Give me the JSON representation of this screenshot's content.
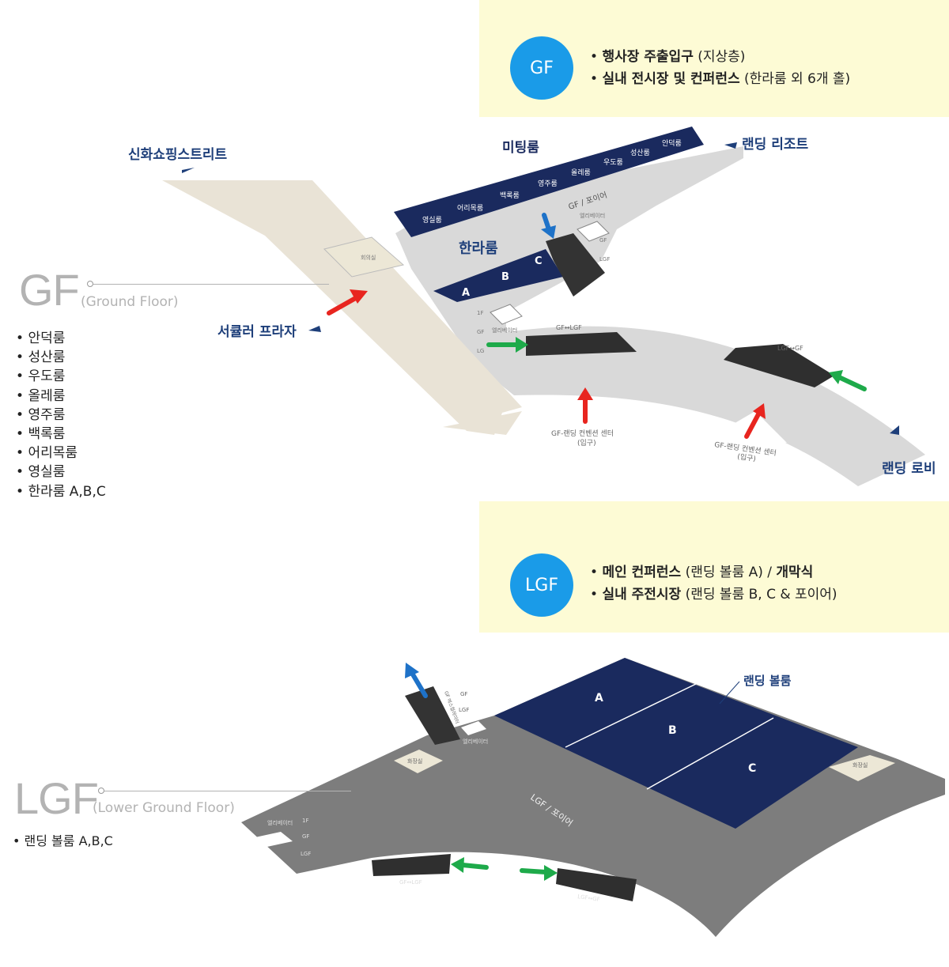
{
  "gf_panel": {
    "badge": "GF",
    "items": [
      {
        "bold": "행사장 주출입구",
        "rest": " (지상층)"
      },
      {
        "bold": "실내 전시장 및 컨퍼런스",
        "rest": " (한라룸 외 6개 홀)"
      }
    ]
  },
  "lgf_panel": {
    "badge": "LGF",
    "items": [
      {
        "bold": "메인 컨퍼런스",
        "rest": " (랜딩 볼룸 A) / ",
        "bold2": "개막식"
      },
      {
        "bold": "실내 주전시장",
        "rest": " (랜딩 볼룸 B, C & 포이어)",
        "bold2": ""
      }
    ]
  },
  "gf_map": {
    "floor_code": "GF",
    "floor_name": "(Ground Floor)",
    "rooms": [
      "안덕룸",
      "성산룸",
      "우도룸",
      "올레룸",
      "영주룸",
      "백록룸",
      "어리목룸",
      "영실룸",
      "한라룸 A,B,C"
    ],
    "labels": {
      "shinhwa": "신화쇼핑스트리트",
      "meeting_room": "미팅룸",
      "landing_resort": "랜딩 리조트",
      "hallaroom": "한라룸",
      "seoquiler": "서큘러 프라자",
      "landing_lobby": "랜딩 로비",
      "foyer": "GF / 포이어",
      "conv_entrance_1": "GF-랜딩 컨벤션 센터",
      "conv_entrance_1b": "(입구)",
      "conv_entrance_2": "GF-랜딩 컨벤션 센터",
      "conv_entrance_2b": "(입구)",
      "esc_1": "GF↔LGF",
      "esc_2": "LGF↔GF",
      "meeting_hall": "회의실",
      "elevator_1": "엘리베이터",
      "elevator_2": "엘리베이터",
      "lift_1": "1F",
      "lift_2": "GF",
      "lift_3": "LG",
      "lift_b1": "GF",
      "lift_b2": "LGF"
    },
    "meeting_rooms": [
      "안덕룸",
      "성산룸",
      "우도룸",
      "올레룸",
      "영주룸",
      "백록룸",
      "어리목룸",
      "영실룸"
    ],
    "halla_parts": [
      "A",
      "B",
      "C"
    ]
  },
  "lgf_map": {
    "floor_code": "LGF",
    "floor_name": "(Lower Ground Floor)",
    "rooms": [
      "랜딩 볼룸 A,B,C"
    ],
    "labels": {
      "ballroom": "랜딩 볼룸",
      "foyer": "LGF / 포이어",
      "esc_1": "GF↔LGF",
      "esc_2": "LGF↔GF",
      "restroom_1": "화장실",
      "restroom_2": "화장실",
      "elevator": "엘리베이터",
      "elevator_2": "엘리베이터",
      "lift_1": "1F",
      "lift_2": "GF",
      "lift_3": "LGF",
      "lift_b1": "GF",
      "lift_b2": "LGF",
      "esc_up": "GF 에스컬레이터"
    },
    "ballroom_parts": [
      "A",
      "B",
      "C"
    ]
  },
  "colors": {
    "navy": "#1a2a5e",
    "panel_bg": "#fdfbd5",
    "badge_blue": "#1a9be8",
    "floor_gray": "#d9d9d9",
    "lgf_gray": "#7d7d7d",
    "street_beige": "#e9e3d6",
    "label_blue": "#1e3f7a",
    "arrow_red": "#e8251f",
    "arrow_green": "#1eaa4a",
    "arrow_blue": "#1e72c8"
  }
}
